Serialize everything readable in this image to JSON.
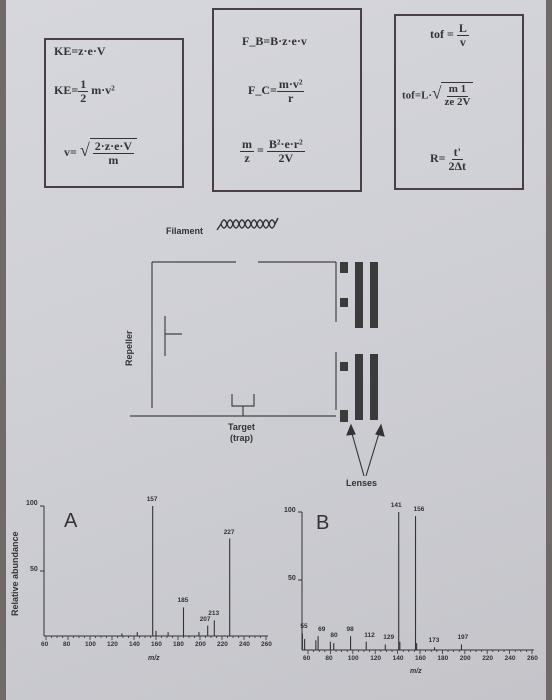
{
  "equations": {
    "box1": {
      "ke1": "KE=z·e·V",
      "ke2_lhs": "KE=",
      "ke2_num": "1",
      "ke2_den": "2",
      "ke2_rhs": "m·v²",
      "v_lhs": "v=",
      "v_num": "2·z·e·V",
      "v_den": "m"
    },
    "box2": {
      "fb": "F_B=B·z·e·v",
      "fc_lhs": "F_C=",
      "fc_num": "m·v²",
      "fc_den": "r",
      "mz_num": "m",
      "mz_den": "z",
      "mz_eq": "=",
      "mz_rnum": "B²·e·r²",
      "mz_rden": "2V"
    },
    "box3": {
      "tof1_lhs": "tof =",
      "tof1_num": "L",
      "tof1_den": "v",
      "tof2_lhs": "tof=L·",
      "tof2_num": "m  1",
      "tof2_den": "ze 2V",
      "r_lhs": "R=",
      "r_num": "t'",
      "r_den": "2Δt"
    }
  },
  "diagram": {
    "filament": "Filament",
    "repeller": "Repeller",
    "target": "Target",
    "trap": "(trap)",
    "lenses": "Lenses"
  },
  "spectra": {
    "y_axis_label": "Relative abundance",
    "x_axis_label": "m/z",
    "A": {
      "label": "A",
      "y_ticks": [
        "100",
        "50"
      ],
      "x_ticks": [
        "60",
        "80",
        "100",
        "120",
        "140",
        "160",
        "180",
        "200",
        "220",
        "240",
        "260"
      ],
      "peak_labels": [
        "157",
        "227",
        "185",
        "213",
        "207"
      ]
    },
    "B": {
      "label": "B",
      "y_ticks": [
        "100",
        "50"
      ],
      "x_ticks": [
        "60",
        "80",
        "100",
        "120",
        "140",
        "160",
        "180",
        "200",
        "220",
        "240",
        "260"
      ],
      "peak_labels": [
        "141",
        "156",
        "55",
        "69",
        "80",
        "98",
        "112",
        "129",
        "173",
        "197"
      ]
    }
  }
}
